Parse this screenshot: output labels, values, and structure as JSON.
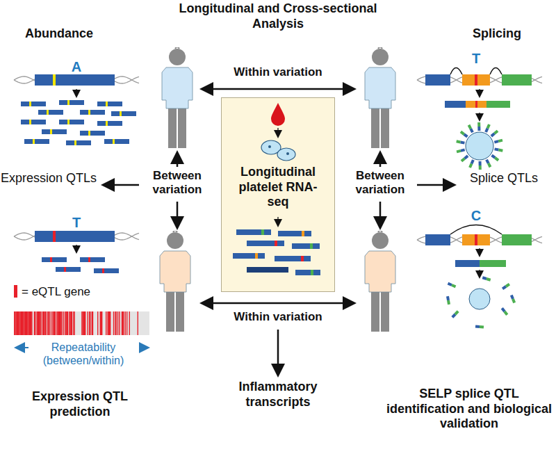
{
  "diagram": {
    "title": "Longitudinal and Cross-sectional Analysis",
    "nodes": [
      {
        "text": [
          "Longitudinal platelet RNA-seq"
        ]
      }
    ],
    "labels": [
      "Abundance",
      "A",
      "Expression QTLs",
      "T",
      "Repeatability (between/within)",
      "Expression QTL prediction",
      "Within variation",
      "Between variation",
      "Between variation",
      "Within variation",
      "Inflammatory transcripts",
      "Splicing",
      "T",
      "Splice QTLs",
      "C",
      "SELP splice QTL identification and biological validation"
    ],
    "legend": [
      {
        "text": "= eQTL gene",
        "color": "#e8202a"
      }
    ]
  }
}
